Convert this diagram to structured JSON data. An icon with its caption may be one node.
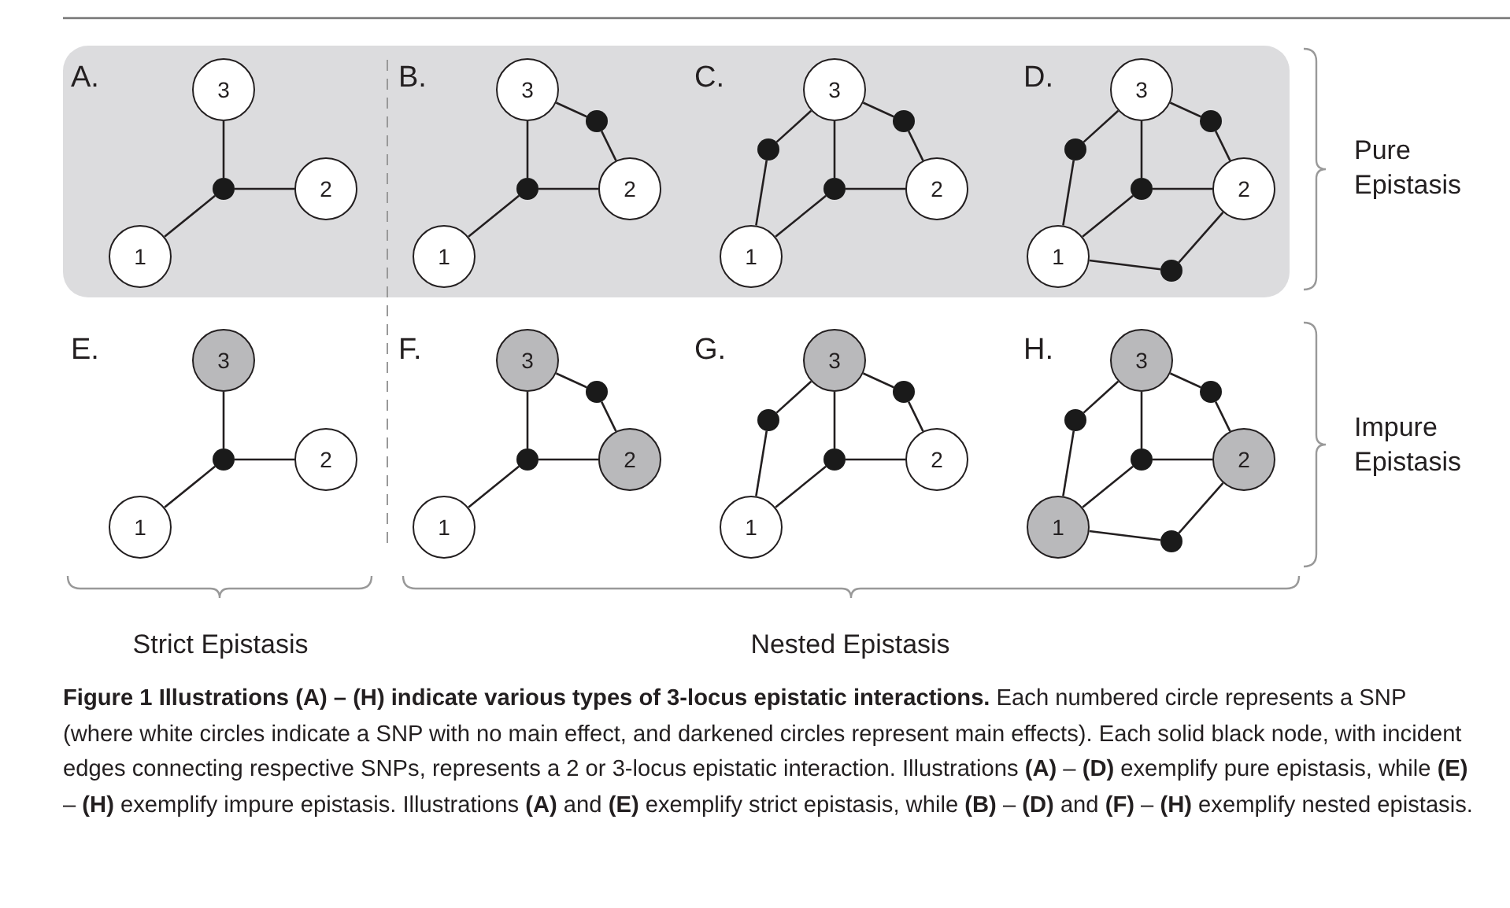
{
  "diagram": {
    "caption": "**Figure 1 Illustrations (A) – (H) indicate various types of 3-locus epistatic interactions.** Each numbered circle represents a SNP (where white circles indicate a SNP with no main effect, and darkened circles represent main effects). Each solid black node, with incident edges connecting respective SNPs, represents a 2 or 3-locus epistatic interaction. Illustrations **(A)** – **(D)** exemplify pure epistasis, while **(E)** – **(H)** exemplify impure epistasis. Illustrations **(A)** and **(E)** exemplify strict epistasis, while **(B)** – **(D)** and **(F)** – **(H)** exemplify nested epistasis.",
    "nodes": [
      {
        "text": [
          "3"
        ]
      },
      {
        "text": [
          "2"
        ]
      },
      {
        "text": [
          "1"
        ]
      },
      {
        "text": [],
        "shape": "circle"
      },
      {
        "text": [
          "3"
        ]
      },
      {
        "text": [
          "2"
        ]
      },
      {
        "text": [
          "1"
        ]
      },
      {
        "text": [],
        "shape": "circle"
      },
      {
        "text": [],
        "shape": "circle"
      },
      {
        "text": [
          "3"
        ]
      },
      {
        "text": [
          "2"
        ]
      },
      {
        "text": [
          "1"
        ]
      },
      {
        "text": [],
        "shape": "circle"
      },
      {
        "text": [],
        "shape": "circle"
      },
      {
        "text": [],
        "shape": "circle"
      },
      {
        "text": [
          "3"
        ]
      },
      {
        "text": [
          "2"
        ]
      },
      {
        "text": [
          "1"
        ]
      },
      {
        "text": [],
        "shape": "circle"
      },
      {
        "text": [],
        "shape": "circle"
      },
      {
        "text": [],
        "shape": "circle"
      },
      {
        "text": [],
        "shape": "circle"
      },
      {
        "text": [
          "3"
        ]
      },
      {
        "text": [
          "2"
        ]
      },
      {
        "text": [
          "1"
        ]
      },
      {
        "text": [],
        "shape": "circle"
      },
      {
        "text": [
          "3"
        ]
      },
      {
        "text": [
          "2"
        ]
      },
      {
        "text": [
          "1"
        ]
      },
      {
        "text": [],
        "shape": "circle"
      },
      {
        "text": [],
        "shape": "circle"
      },
      {
        "text": [
          "3"
        ]
      },
      {
        "text": [
          "2"
        ]
      },
      {
        "text": [
          "1"
        ]
      },
      {
        "text": [],
        "shape": "circle"
      },
      {
        "text": [],
        "shape": "circle"
      },
      {
        "text": [],
        "shape": "circle"
      },
      {
        "text": [
          "3"
        ]
      },
      {
        "text": [
          "2"
        ]
      },
      {
        "text": [
          "1"
        ]
      },
      {
        "text": [],
        "shape": "circle"
      },
      {
        "text": [],
        "shape": "circle"
      },
      {
        "text": [],
        "shape": "circle"
      },
      {
        "text": [],
        "shape": "circle"
      }
    ],
    "edges": [
      {
        "from": 3,
        "to": 2,
        "arrow": "none"
      },
      {
        "from": 3,
        "to": 1,
        "arrow": "none"
      },
      {
        "from": 3,
        "to": 0,
        "arrow": "none"
      },
      {
        "from": 7,
        "to": 6,
        "arrow": "none"
      },
      {
        "from": 7,
        "to": 5,
        "arrow": "none"
      },
      {
        "from": 7,
        "to": 4,
        "arrow": "none"
      },
      {
        "from": 8,
        "to": 4,
        "arrow": "none"
      },
      {
        "from": 8,
        "to": 5,
        "arrow": "none"
      },
      {
        "from": 12,
        "to": 11,
        "arrow": "none"
      },
      {
        "from": 12,
        "to": 10,
        "arrow": "none"
      },
      {
        "from": 12,
        "to": 9,
        "arrow": "none"
      },
      {
        "from": 13,
        "to": 9,
        "arrow": "none"
      },
      {
        "from": 13,
        "to": 10,
        "arrow": "none"
      },
      {
        "from": 14,
        "to": 11,
        "arrow": "none"
      },
      {
        "from": 14,
        "to": 9,
        "arrow": "none"
      },
      {
        "from": 18,
        "to": 17,
        "arrow": "none"
      },
      {
        "from": 18,
        "to": 16,
        "arrow": "none"
      },
      {
        "from": 18,
        "to": 15,
        "arrow": "none"
      },
      {
        "from": 19,
        "to": 15,
        "arrow": "none"
      },
      {
        "from": 19,
        "to": 16,
        "arrow": "none"
      },
      {
        "from": 20,
        "to": 17,
        "arrow": "none"
      },
      {
        "from": 20,
        "to": 15,
        "arrow": "none"
      },
      {
        "from": 21,
        "to": 17,
        "arrow": "none"
      },
      {
        "from": 21,
        "to": 16,
        "arrow": "none"
      },
      {
        "from": 25,
        "to": 24,
        "arrow": "none"
      },
      {
        "from": 25,
        "to": 23,
        "arrow": "none"
      },
      {
        "from": 25,
        "to": 22,
        "arrow": "none"
      },
      {
        "from": 29,
        "to": 28,
        "arrow": "none"
      },
      {
        "from": 29,
        "to": 27,
        "arrow": "none"
      },
      {
        "from": 29,
        "to": 26,
        "arrow": "none"
      },
      {
        "from": 30,
        "to": 26,
        "arrow": "none"
      },
      {
        "from": 30,
        "to": 27,
        "arrow": "none"
      },
      {
        "from": 34,
        "to": 33,
        "arrow": "none"
      },
      {
        "from": 34,
        "to": 32,
        "arrow": "none"
      },
      {
        "from": 34,
        "to": 31,
        "arrow": "none"
      },
      {
        "from": 35,
        "to": 31,
        "arrow": "none"
      },
      {
        "from": 35,
        "to": 32,
        "arrow": "none"
      },
      {
        "from": 36,
        "to": 33,
        "arrow": "none"
      },
      {
        "from": 36,
        "to": 31,
        "arrow": "none"
      },
      {
        "from": 40,
        "to": 39,
        "arrow": "none"
      },
      {
        "from": 40,
        "to": 38,
        "arrow": "none"
      },
      {
        "from": 40,
        "to": 37,
        "arrow": "none"
      },
      {
        "from": 41,
        "to": 37,
        "arrow": "none"
      },
      {
        "from": 41,
        "to": 38,
        "arrow": "none"
      },
      {
        "from": 42,
        "to": 39,
        "arrow": "none"
      },
      {
        "from": 42,
        "to": 37,
        "arrow": "none"
      },
      {
        "from": 43,
        "to": 39,
        "arrow": "none"
      },
      {
        "from": 43,
        "to": 38,
        "arrow": "none"
      }
    ],
    "labels": [
      "A.",
      "B.",
      "C.",
      "D.",
      "Pure Epistasis",
      "E.",
      "F.",
      "G.",
      "H.",
      "Impure Epistasis",
      "Strict Epistasis",
      "Nested Epistasis"
    ]
  }
}
